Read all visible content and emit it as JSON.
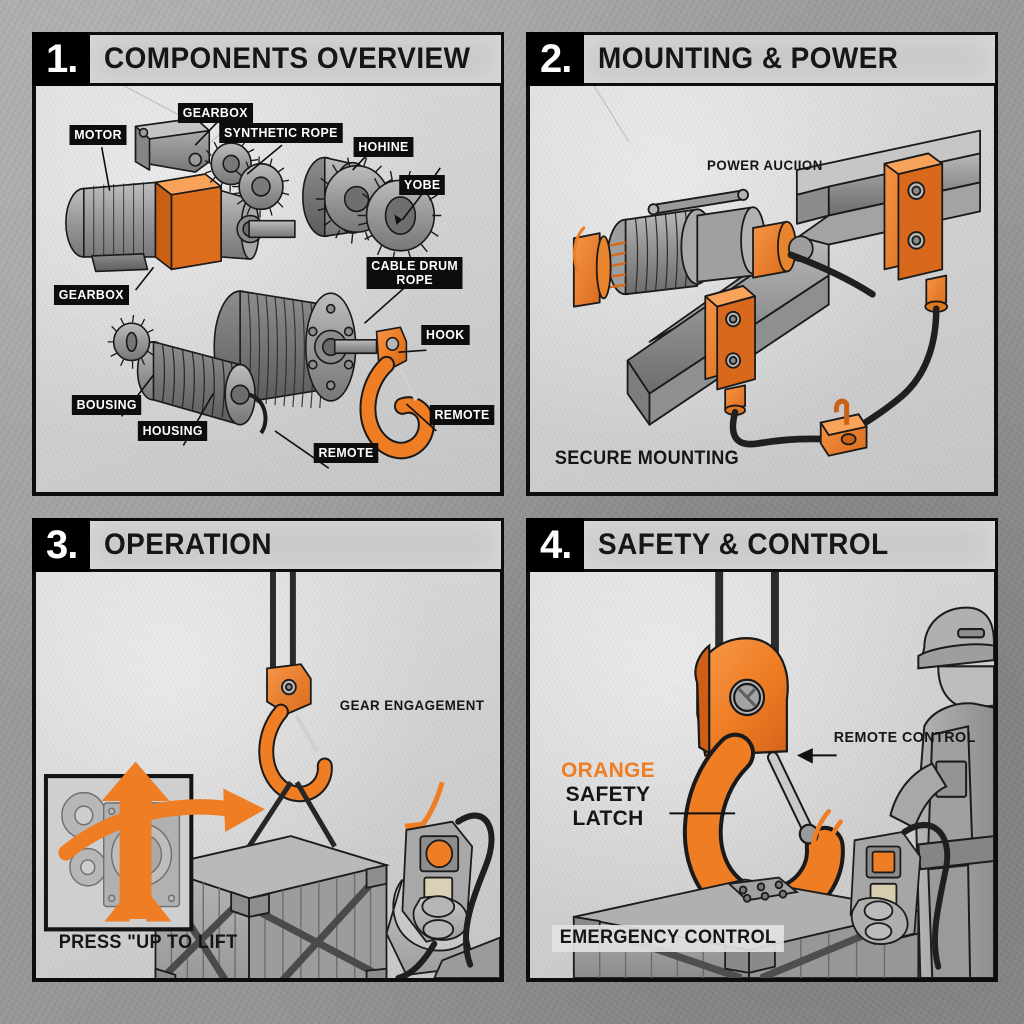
{
  "meta": {
    "doc_kind": "technical-instruction-infographic",
    "subject": "electric hoist / winch",
    "accent_color": "#ee7d24",
    "ink_color": "#121212",
    "panel_bg": "#d5d5d5",
    "page_bg": "#9c9c9c"
  },
  "panels": [
    {
      "number": "1.",
      "title": "COMPONENTS OVERVIEW",
      "labels": [
        {
          "text": "GEARBOX",
          "style": "chip"
        },
        {
          "text": "MOTOR",
          "style": "chip"
        },
        {
          "text": "SYNTHETIC ROPE",
          "style": "chip"
        },
        {
          "text": "HOHINE",
          "style": "chip"
        },
        {
          "text": "YOBE",
          "style": "chip"
        },
        {
          "text": "GEARBOX",
          "style": "chip"
        },
        {
          "text": "CABLE DRUM",
          "style": "chip"
        },
        {
          "text": "ROPE",
          "style": "chip"
        },
        {
          "text": "HOOK",
          "style": "chip"
        },
        {
          "text": "BOUSING",
          "style": "chip"
        },
        {
          "text": "HOUSING",
          "style": "chip"
        },
        {
          "text": "REMOTE",
          "style": "chip"
        },
        {
          "text": "REMOTE",
          "style": "chip"
        }
      ],
      "caption": ""
    },
    {
      "number": "2.",
      "title": "MOUNTING & POWER",
      "labels": [
        {
          "text": "POWER AUCIION",
          "style": "plain"
        }
      ],
      "caption": "SECURE MOUNTING"
    },
    {
      "number": "3.",
      "title": "OPERATION",
      "labels": [
        {
          "text": "GEAR ENGAGEMENT",
          "style": "plain"
        }
      ],
      "caption": "PRESS \"UP TO LIFT"
    },
    {
      "number": "4.",
      "title": "SAFETY & CONTROL",
      "labels": [
        {
          "text": "REMOTE CONTROL",
          "style": "plain"
        },
        {
          "text": "ORANGE",
          "style": "plain-accent"
        },
        {
          "text": "SAFETY",
          "style": "plain"
        },
        {
          "text": "LATCH",
          "style": "plain"
        }
      ],
      "caption": "EMERGENCY CONTROL"
    }
  ]
}
